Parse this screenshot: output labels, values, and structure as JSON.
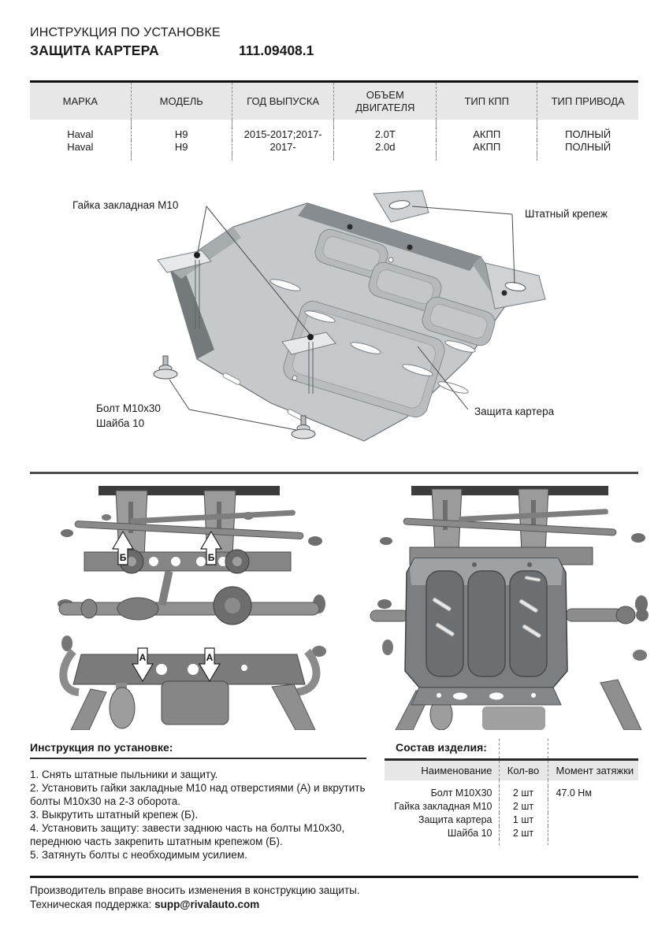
{
  "header": {
    "doc_type": "ИНСТРУКЦИЯ ПО УСТАНОВКЕ",
    "doc_title": "ЗАЩИТА КАРТЕРА",
    "part_number": "111.09408.1"
  },
  "vehicle_table": {
    "headers": [
      "МАРКА",
      "МОДЕЛЬ",
      "ГОД ВЫПУСКА",
      "ОБЪЕМ ДВИГАТЕЛЯ",
      "ТИП КПП",
      "ТИП ПРИВОДА"
    ],
    "rows": [
      [
        "Haval",
        "H9",
        "2015-2017;2017-",
        "2.0T",
        "АКПП",
        "ПОЛНЫЙ"
      ],
      [
        "Haval",
        "H9",
        "2017-",
        "2.0d",
        "АКПП",
        "ПОЛНЫЙ"
      ]
    ]
  },
  "diagram": {
    "labels": {
      "nut": "Гайка закладная М10",
      "factory_fastener": "Штатный крепеж",
      "bolt": "Болт М10х30",
      "washer": "Шайба 10",
      "plate": "Защита картера"
    }
  },
  "photos": {
    "markers": {
      "a": "А",
      "b": "Б"
    }
  },
  "instructions": {
    "title": "Инструкция по установке:",
    "steps": [
      "1. Снять штатные пыльники и защиту.",
      "2. Установить гайки закладные М10 над отверстиями (А) и вкрутить болты М10х30 на 2-3 оборота.",
      "3. Выкрутить штатный крепеж (Б).",
      "4. Установить защиту: завести заднюю часть на болты М10х30, переднюю часть закрепить штатным крепежом (Б).",
      "5. Затянуть болты с необходимым усилием."
    ]
  },
  "composition": {
    "title": "Состав изделия:",
    "headers": [
      "Наименование",
      "Кол-во",
      "Момент затяжки"
    ],
    "rows": [
      [
        "Болт М10Х30",
        "2 шт",
        "47.0 Нм"
      ],
      [
        "Гайка закладная М10",
        "2 шт",
        ""
      ],
      [
        "Защита картера",
        "1 шт",
        ""
      ],
      [
        "Шайба 10",
        "2 шт",
        ""
      ]
    ]
  },
  "footer": {
    "line1": "Производитель вправе вносить изменения в конструкцию защиты.",
    "support_label": "Техническая поддержка:",
    "email": "supp@rivalauto.com"
  },
  "colors": {
    "table_header_bg": "#e7e7e7",
    "text": "#1a1a1a"
  }
}
